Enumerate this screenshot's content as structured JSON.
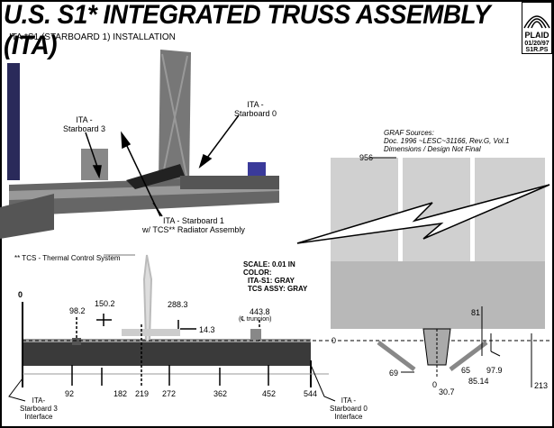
{
  "header": {
    "title": "U.S. S1* INTEGRATED TRUSS ASSEMBLY (ITA)",
    "subtitle": "ITA *S1 (STARBOARD 1) INSTALLATION"
  },
  "logo": {
    "name": "PLAID",
    "date": "01/20/97",
    "file": "S1R.PS"
  },
  "callouts": {
    "starboard3": [
      "ITA -",
      "Starboard 3"
    ],
    "starboard0": [
      "ITA -",
      "Starboard 0"
    ],
    "starboard1": [
      "ITA - Starboard 1",
      "w/ TCS** Radiator Assembly"
    ]
  },
  "footnote": "** TCS - Thermal Control System",
  "sources": [
    "GRAF Sources:",
    "Doc. 1996 ~LESC~31166, Rev.G, Vol.1",
    "Dimensions / Design Not Final"
  ],
  "scale_legend": [
    "SCALE: 0.01 IN",
    "COLOR:",
    "ITA-S1: GRAY",
    "TCS ASSY: GRAY"
  ],
  "side_view": {
    "top_dims": {
      "zero": "0",
      "d98": "98.2",
      "d150": "150.2",
      "d288": "288.3",
      "d14": "14.3",
      "d443": "443.8",
      "trunnion": "(℄ trunnion)"
    },
    "bottom_dims": [
      "92",
      "182",
      "219",
      "272",
      "362",
      "452",
      "544"
    ],
    "left_interface": [
      "ITA-",
      "Starboard 3",
      "Interface"
    ],
    "right_interface": [
      "ITA -",
      "Starboard 0",
      "Interface"
    ]
  },
  "end_view": {
    "top": "956",
    "zero": "0",
    "dims": {
      "d69": "69",
      "d0": "0",
      "d30": "30.7",
      "d65": "65",
      "d85": "85.14",
      "d81": "81",
      "d97": "97.9",
      "d213": "213"
    }
  }
}
